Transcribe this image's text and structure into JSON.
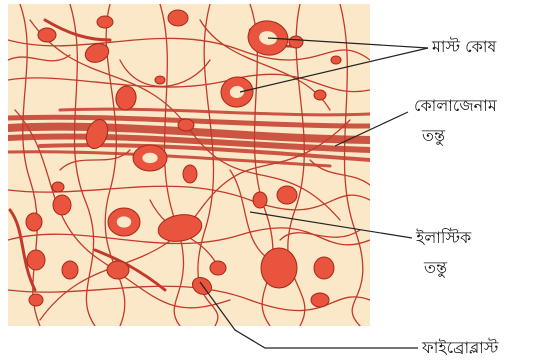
{
  "labels": {
    "mast_cell": "মাস্ট কোষ",
    "collagen_line1": "কোলাজেনাম",
    "collagen_line2": "তন্তু",
    "elastic_line1": "ইলাস্টিক",
    "elastic_line2": "তন্তু",
    "fibroblast": "ফাইব্রোব্লাস্ট"
  },
  "colors": {
    "tissue_background": "#fbe8c8",
    "fiber": "#c23a2a",
    "cell_fill": "#e8543e",
    "cell_outline": "#a82818",
    "nucleus": "#fbe8c8",
    "pointer_line": "#222222"
  }
}
